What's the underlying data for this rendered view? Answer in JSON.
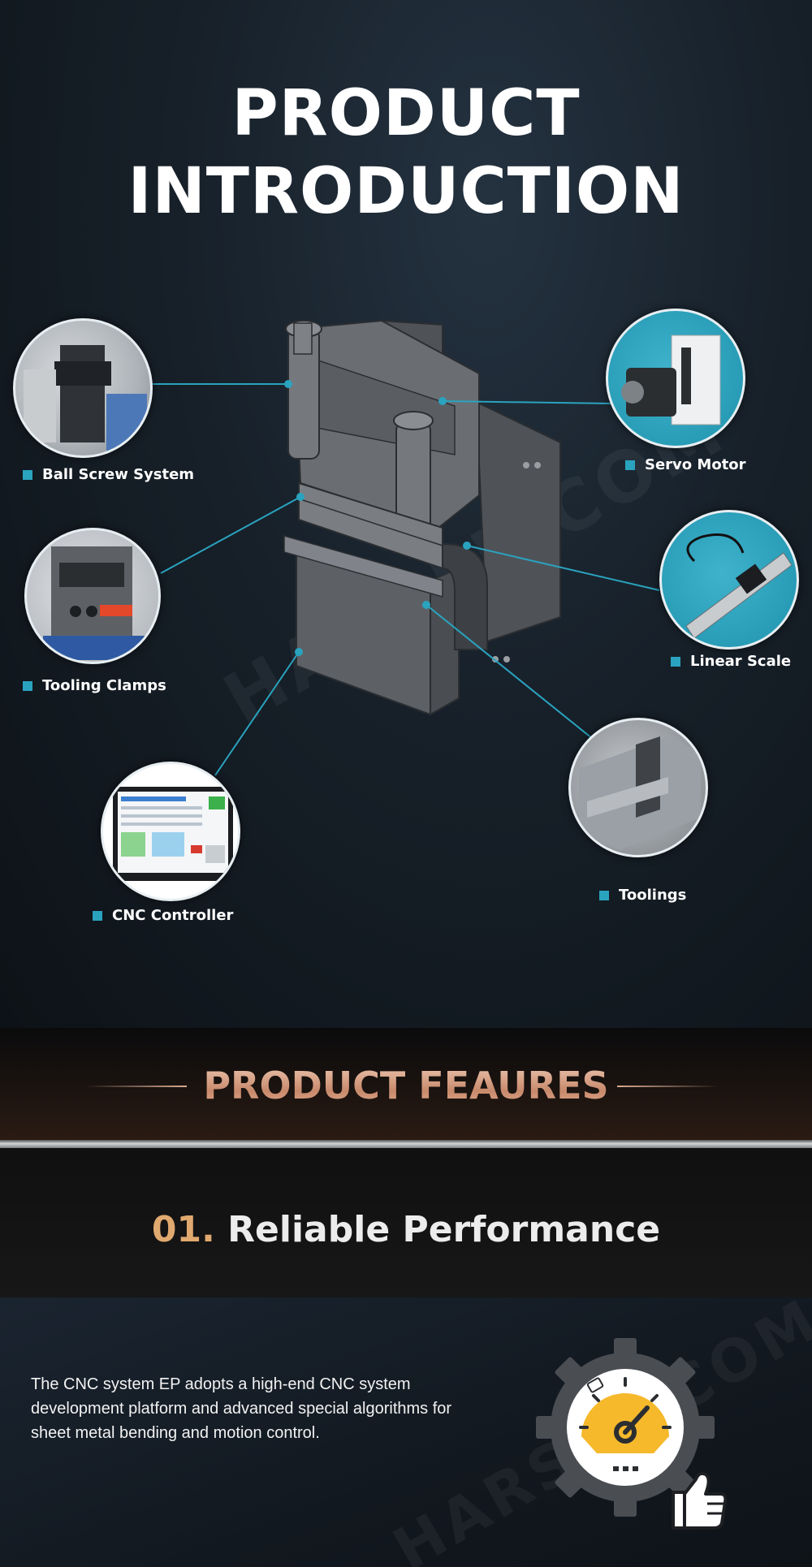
{
  "intro": {
    "title_line1": "PRODUCT",
    "title_line2": "INTRODUCTION",
    "watermark": "HARSLE.COM",
    "callouts": [
      {
        "label": "Ball Screw System",
        "icon": "ball-screw-photo"
      },
      {
        "label": "Servo Motor",
        "icon": "servo-motor-photo"
      },
      {
        "label": "Tooling Clamps",
        "icon": "tooling-clamps-photo"
      },
      {
        "label": "Linear Scale",
        "icon": "linear-scale-photo"
      },
      {
        "label": "Toolings",
        "icon": "toolings-photo"
      },
      {
        "label": "CNC Controller",
        "icon": "cnc-controller-photo"
      }
    ]
  },
  "features": {
    "title": "PRODUCT FEAURES"
  },
  "performance": {
    "number": "01.",
    "title": "Reliable Performance",
    "description": "The CNC system EP adopts a high-end CNC system development platform and advanced special algorithms for sheet metal bending and motion control.",
    "icon": "gauge-gear-thumbs-up-icon"
  },
  "colors": {
    "accent_teal": "#2aa3bf",
    "accent_gold": "#e0a96f",
    "features_copper": "#d7a98f"
  }
}
